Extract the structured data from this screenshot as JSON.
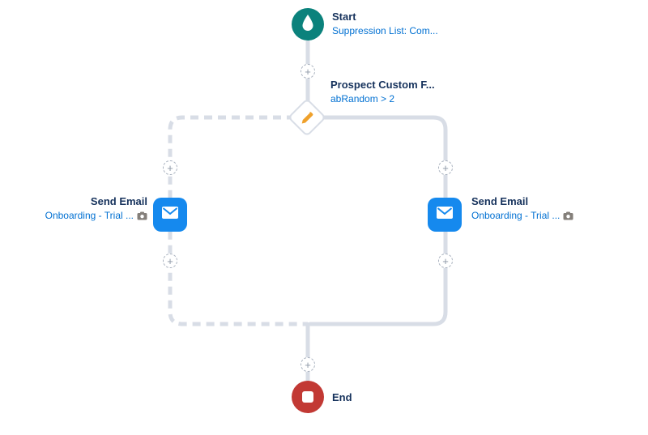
{
  "plus_label": "+",
  "nodes": {
    "start": {
      "title": "Start",
      "subtitle": "Suppression List: Com..."
    },
    "decision": {
      "title": "Prospect Custom F...",
      "subtitle": "abRandom > 2"
    },
    "email_left": {
      "title": "Send Email",
      "subtitle": "Onboarding - Trial ..."
    },
    "email_right": {
      "title": "Send Email",
      "subtitle": "Onboarding - Trial ..."
    },
    "end": {
      "title": "End"
    }
  },
  "colors": {
    "connector": "#d8dde6",
    "title_text": "#16325c",
    "link_text": "#0070d2",
    "start_node": "#0b827c",
    "email_node": "#1589ee",
    "end_node": "#c23934",
    "decision_icon": "#efa12c"
  },
  "icons": {
    "start": "droplet-icon",
    "decision": "edit-pencil-icon",
    "email": "envelope-icon",
    "end": "stop-icon",
    "asset_preview": "camera-icon",
    "add_step": "plus-icon"
  }
}
